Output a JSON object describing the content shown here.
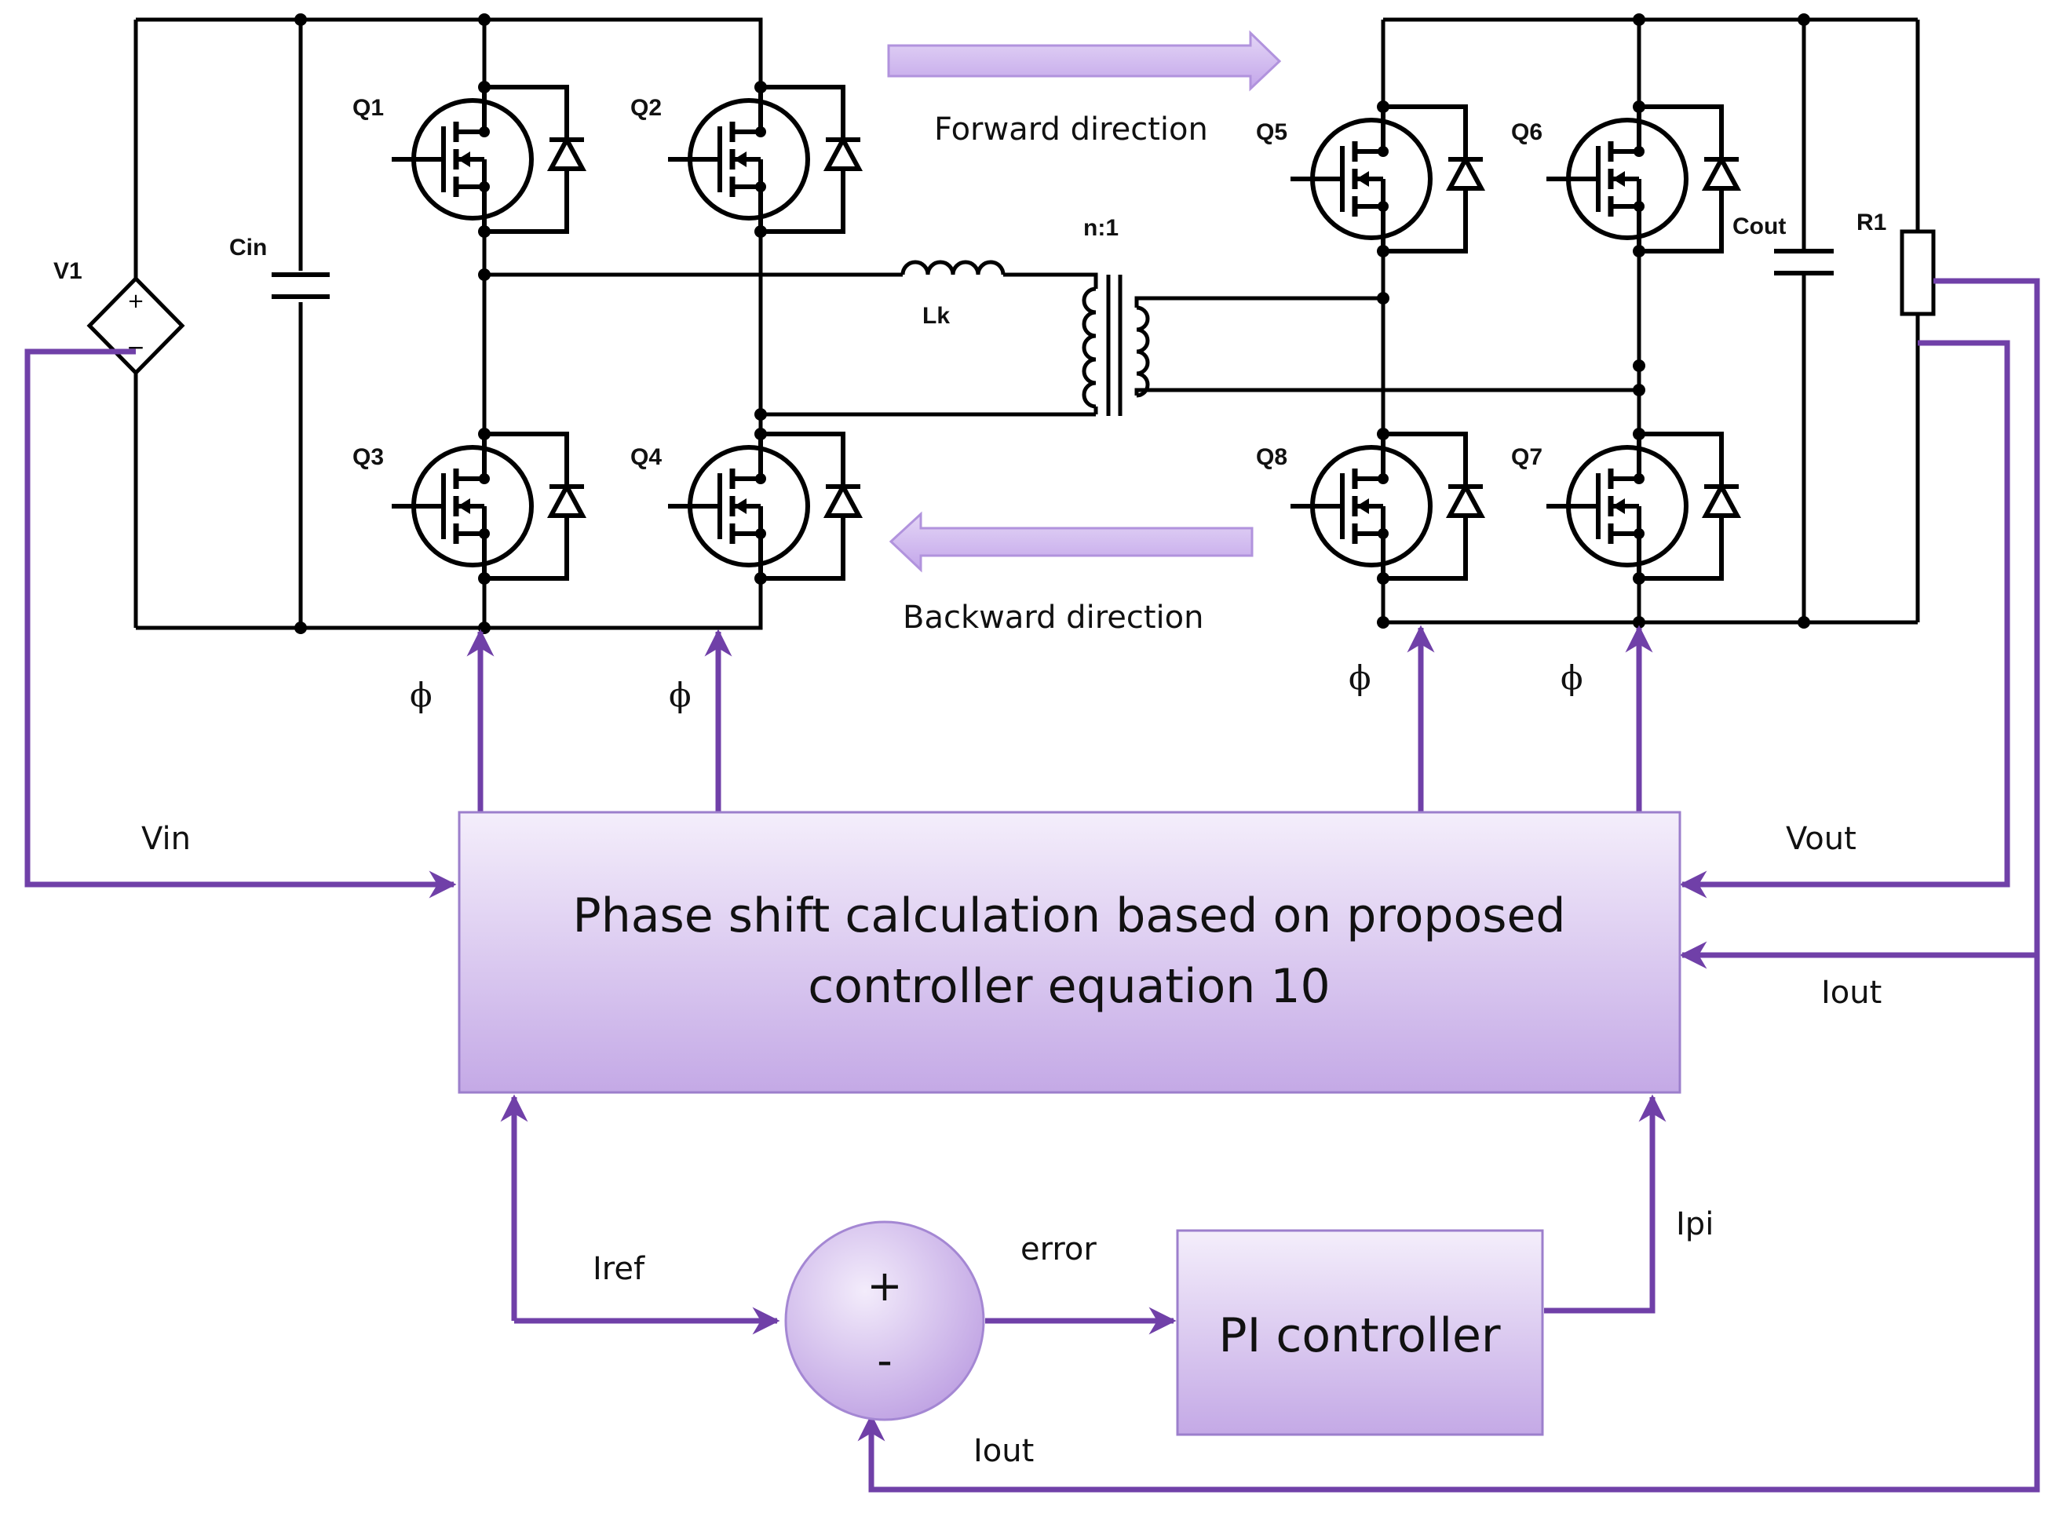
{
  "components": {
    "source": "V1",
    "input_capacitor": "Cin",
    "output_capacitor": "Cout",
    "load": "R1",
    "inductor": "Lk",
    "transformer_ratio": "n:1",
    "switches": [
      "Q1",
      "Q2",
      "Q3",
      "Q4",
      "Q5",
      "Q6",
      "Q7",
      "Q8"
    ]
  },
  "power_flow": {
    "forward": "Forward direction",
    "backward": "Backward direction"
  },
  "control": {
    "phase_symbol": "ϕ",
    "vin": "Vin",
    "vout": "Vout",
    "iout": "Iout",
    "iref": "Iref",
    "error": "error",
    "ipi": "Ipi",
    "sum_plus": "+",
    "sum_minus": "-",
    "block_line1": "Phase shift calculation based on proposed",
    "block_line2": "controller equation 10",
    "pi_block": "PI controller"
  },
  "colors": {
    "signal": "#7040a8",
    "block_top": "#f4eefb",
    "block_bottom": "#c4a9e6",
    "arrow_fill": "#cdb5ee"
  }
}
